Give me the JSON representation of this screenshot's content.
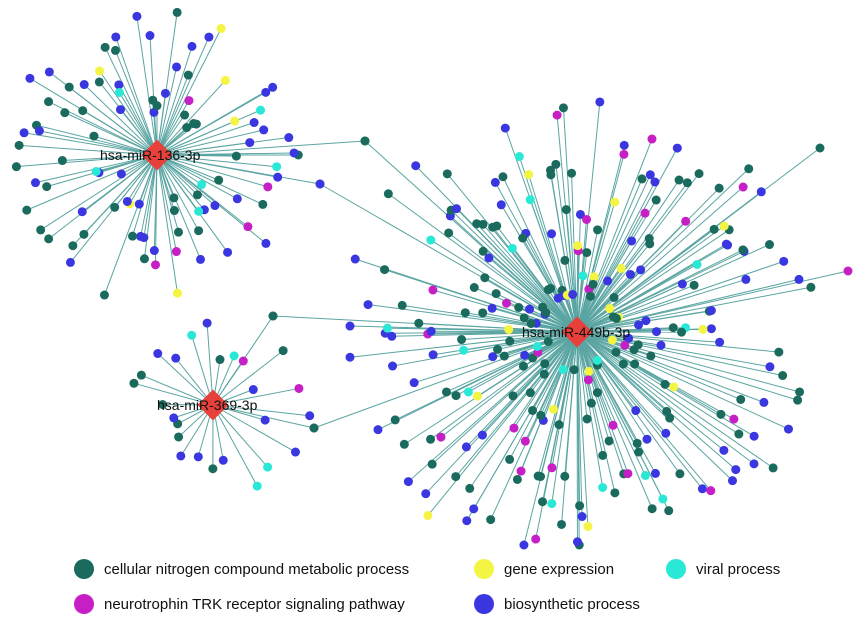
{
  "network": {
    "hubs": [
      {
        "id": "hub-136",
        "label": "hsa-miR-136-3p"
      },
      {
        "id": "hub-369",
        "label": "hsa-miR-369-3p"
      },
      {
        "id": "hub-449",
        "label": "hsa-miR-449b-3p"
      }
    ],
    "hub_color": "#e8413c",
    "edge_color": "#5aa5a2"
  },
  "legend": [
    {
      "key": "nitrogen",
      "label": "cellular nitrogen compound metabolic process",
      "color": "#1a6b5e"
    },
    {
      "key": "gene",
      "label": "gene expression",
      "color": "#f4f542"
    },
    {
      "key": "viral",
      "label": "viral process",
      "color": "#2ae8d6"
    },
    {
      "key": "neuro",
      "label": "neurotrophin TRK receptor signaling pathway",
      "color": "#c51fc5"
    },
    {
      "key": "bio",
      "label": "biosynthetic process",
      "color": "#3a36e0"
    }
  ]
}
